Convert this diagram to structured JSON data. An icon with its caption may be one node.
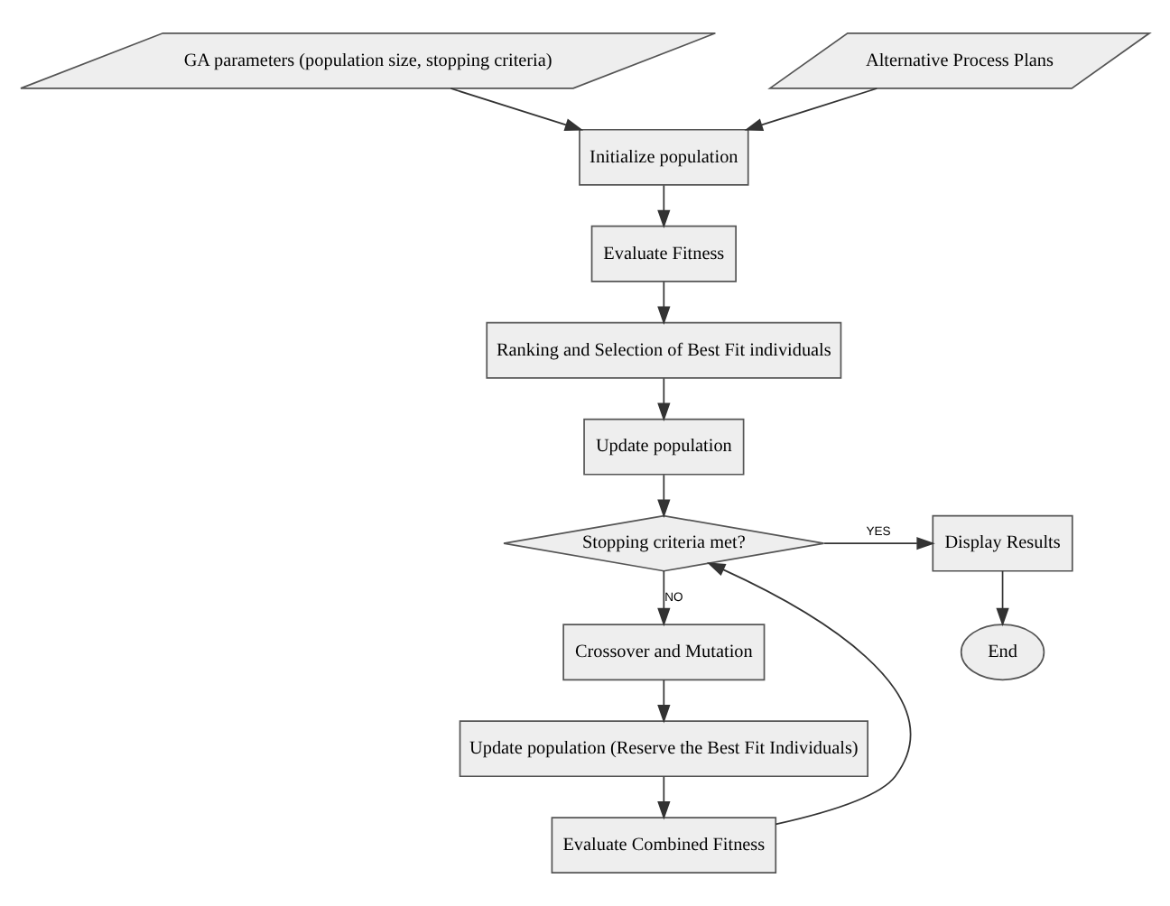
{
  "diagram": {
    "nodes": [
      {
        "text": [
          "GA parameters (population size, stopping criteria)"
        ]
      },
      {
        "text": [
          "Alternative Process Plans"
        ]
      },
      {
        "text": [
          "Initialize population"
        ]
      },
      {
        "text": [
          "Evaluate Fitness"
        ]
      },
      {
        "text": [
          "Ranking and Selection of Best Fit individuals"
        ]
      },
      {
        "text": [
          "Update population"
        ]
      },
      {
        "text": [
          "Stopping criteria met?"
        ]
      },
      {
        "text": [
          "Display Results"
        ]
      },
      {
        "text": [
          "End"
        ]
      },
      {
        "text": [
          "Crossover and Mutation"
        ]
      },
      {
        "text": [
          "Update population (Reserve the Best Fit Individuals)"
        ]
      },
      {
        "text": [
          "Evaluate Combined Fitness"
        ]
      }
    ],
    "edges": [
      {
        "from": 0,
        "to": 2,
        "arrow": "to"
      },
      {
        "from": 1,
        "to": 2,
        "arrow": "to"
      },
      {
        "from": 2,
        "to": 3,
        "arrow": "to"
      },
      {
        "from": 3,
        "to": 4,
        "arrow": "to"
      },
      {
        "from": 4,
        "to": 5,
        "arrow": "to"
      },
      {
        "from": 5,
        "to": 6,
        "arrow": "to"
      },
      {
        "from": 6,
        "to": 7,
        "arrow": "to",
        "label": "YES"
      },
      {
        "from": 7,
        "to": 8,
        "arrow": "to"
      },
      {
        "from": 6,
        "to": 9,
        "arrow": "to",
        "label": "NO"
      },
      {
        "from": 9,
        "to": 10,
        "arrow": "to"
      },
      {
        "from": 10,
        "to": 11,
        "arrow": "to"
      },
      {
        "from": 11,
        "to": 6,
        "arrow": "to"
      }
    ]
  }
}
